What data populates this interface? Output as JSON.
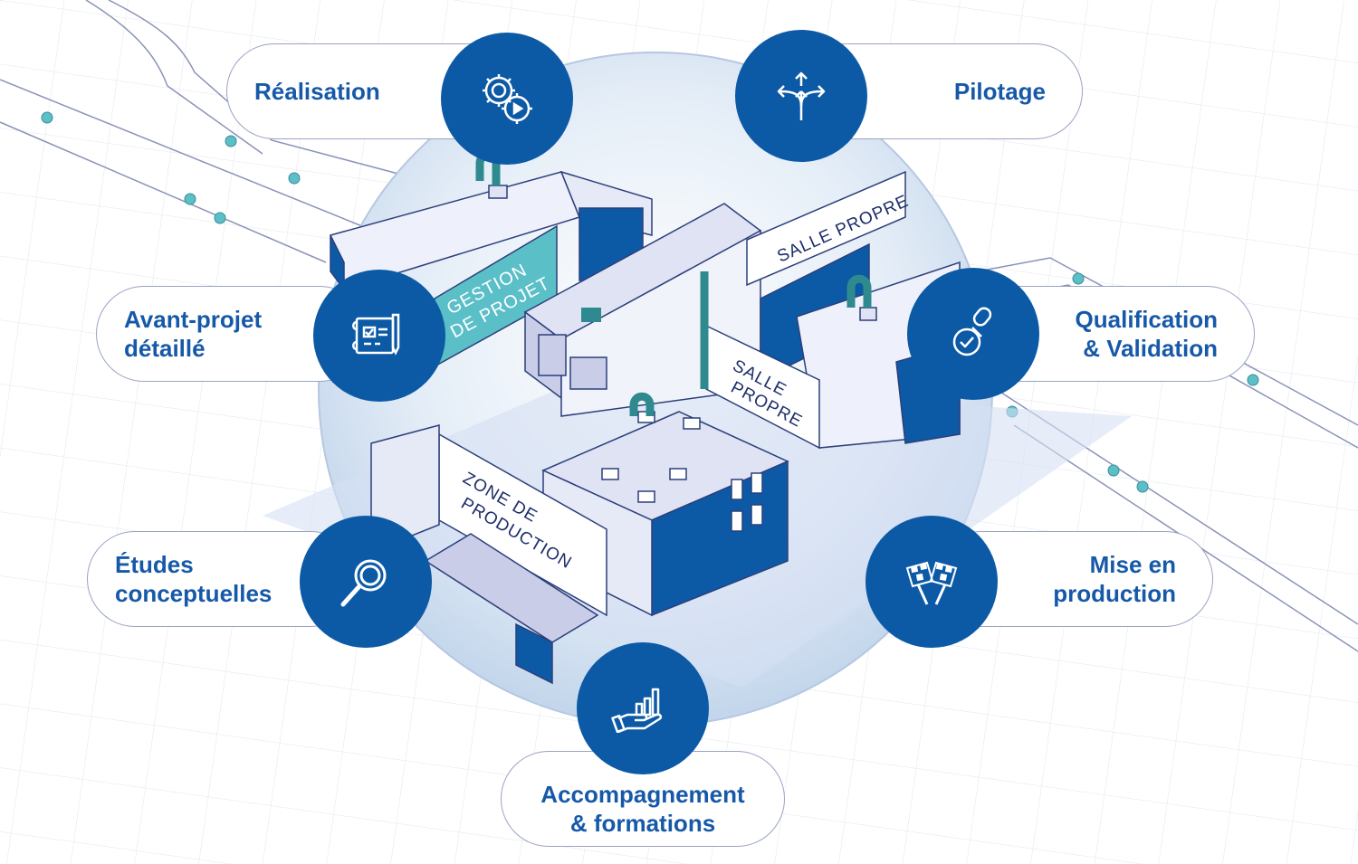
{
  "services": [
    {
      "id": "realisation",
      "label_lines": [
        "Réalisation"
      ],
      "icon": "gears-icon"
    },
    {
      "id": "pilotage",
      "label_lines": [
        "Pilotage"
      ],
      "icon": "split-arrows-icon"
    },
    {
      "id": "avant-projet",
      "label_lines": [
        "Avant-projet",
        "détaillé"
      ],
      "icon": "blueprint-icon"
    },
    {
      "id": "qualification",
      "label_lines": [
        "Qualification",
        "& Validation"
      ],
      "icon": "stamp-check-icon"
    },
    {
      "id": "etudes",
      "label_lines": [
        "Études",
        "conceptuelles"
      ],
      "icon": "magnifier-icon"
    },
    {
      "id": "mise-en-production",
      "label_lines": [
        "Mise en",
        "production"
      ],
      "icon": "checkered-flags-icon"
    },
    {
      "id": "accompagnement",
      "label_lines": [
        "Accompagnement",
        "& formations"
      ],
      "icon": "hand-growth-icon"
    }
  ],
  "building_signs": {
    "gestion": [
      "GESTION",
      "DE PROJET"
    ],
    "salle_top": [
      "SALLE PROPRE"
    ],
    "salle_mid": [
      "SALLE",
      "PROPRE"
    ],
    "zone": [
      "ZONE DE",
      "PRODUCTION"
    ]
  },
  "colors": {
    "primary": "#0c5aa6",
    "text": "#1659a8",
    "accent_teal": "#5bbfc8",
    "outline": "#9aa3c4",
    "sphere": "#d9e5f4"
  }
}
